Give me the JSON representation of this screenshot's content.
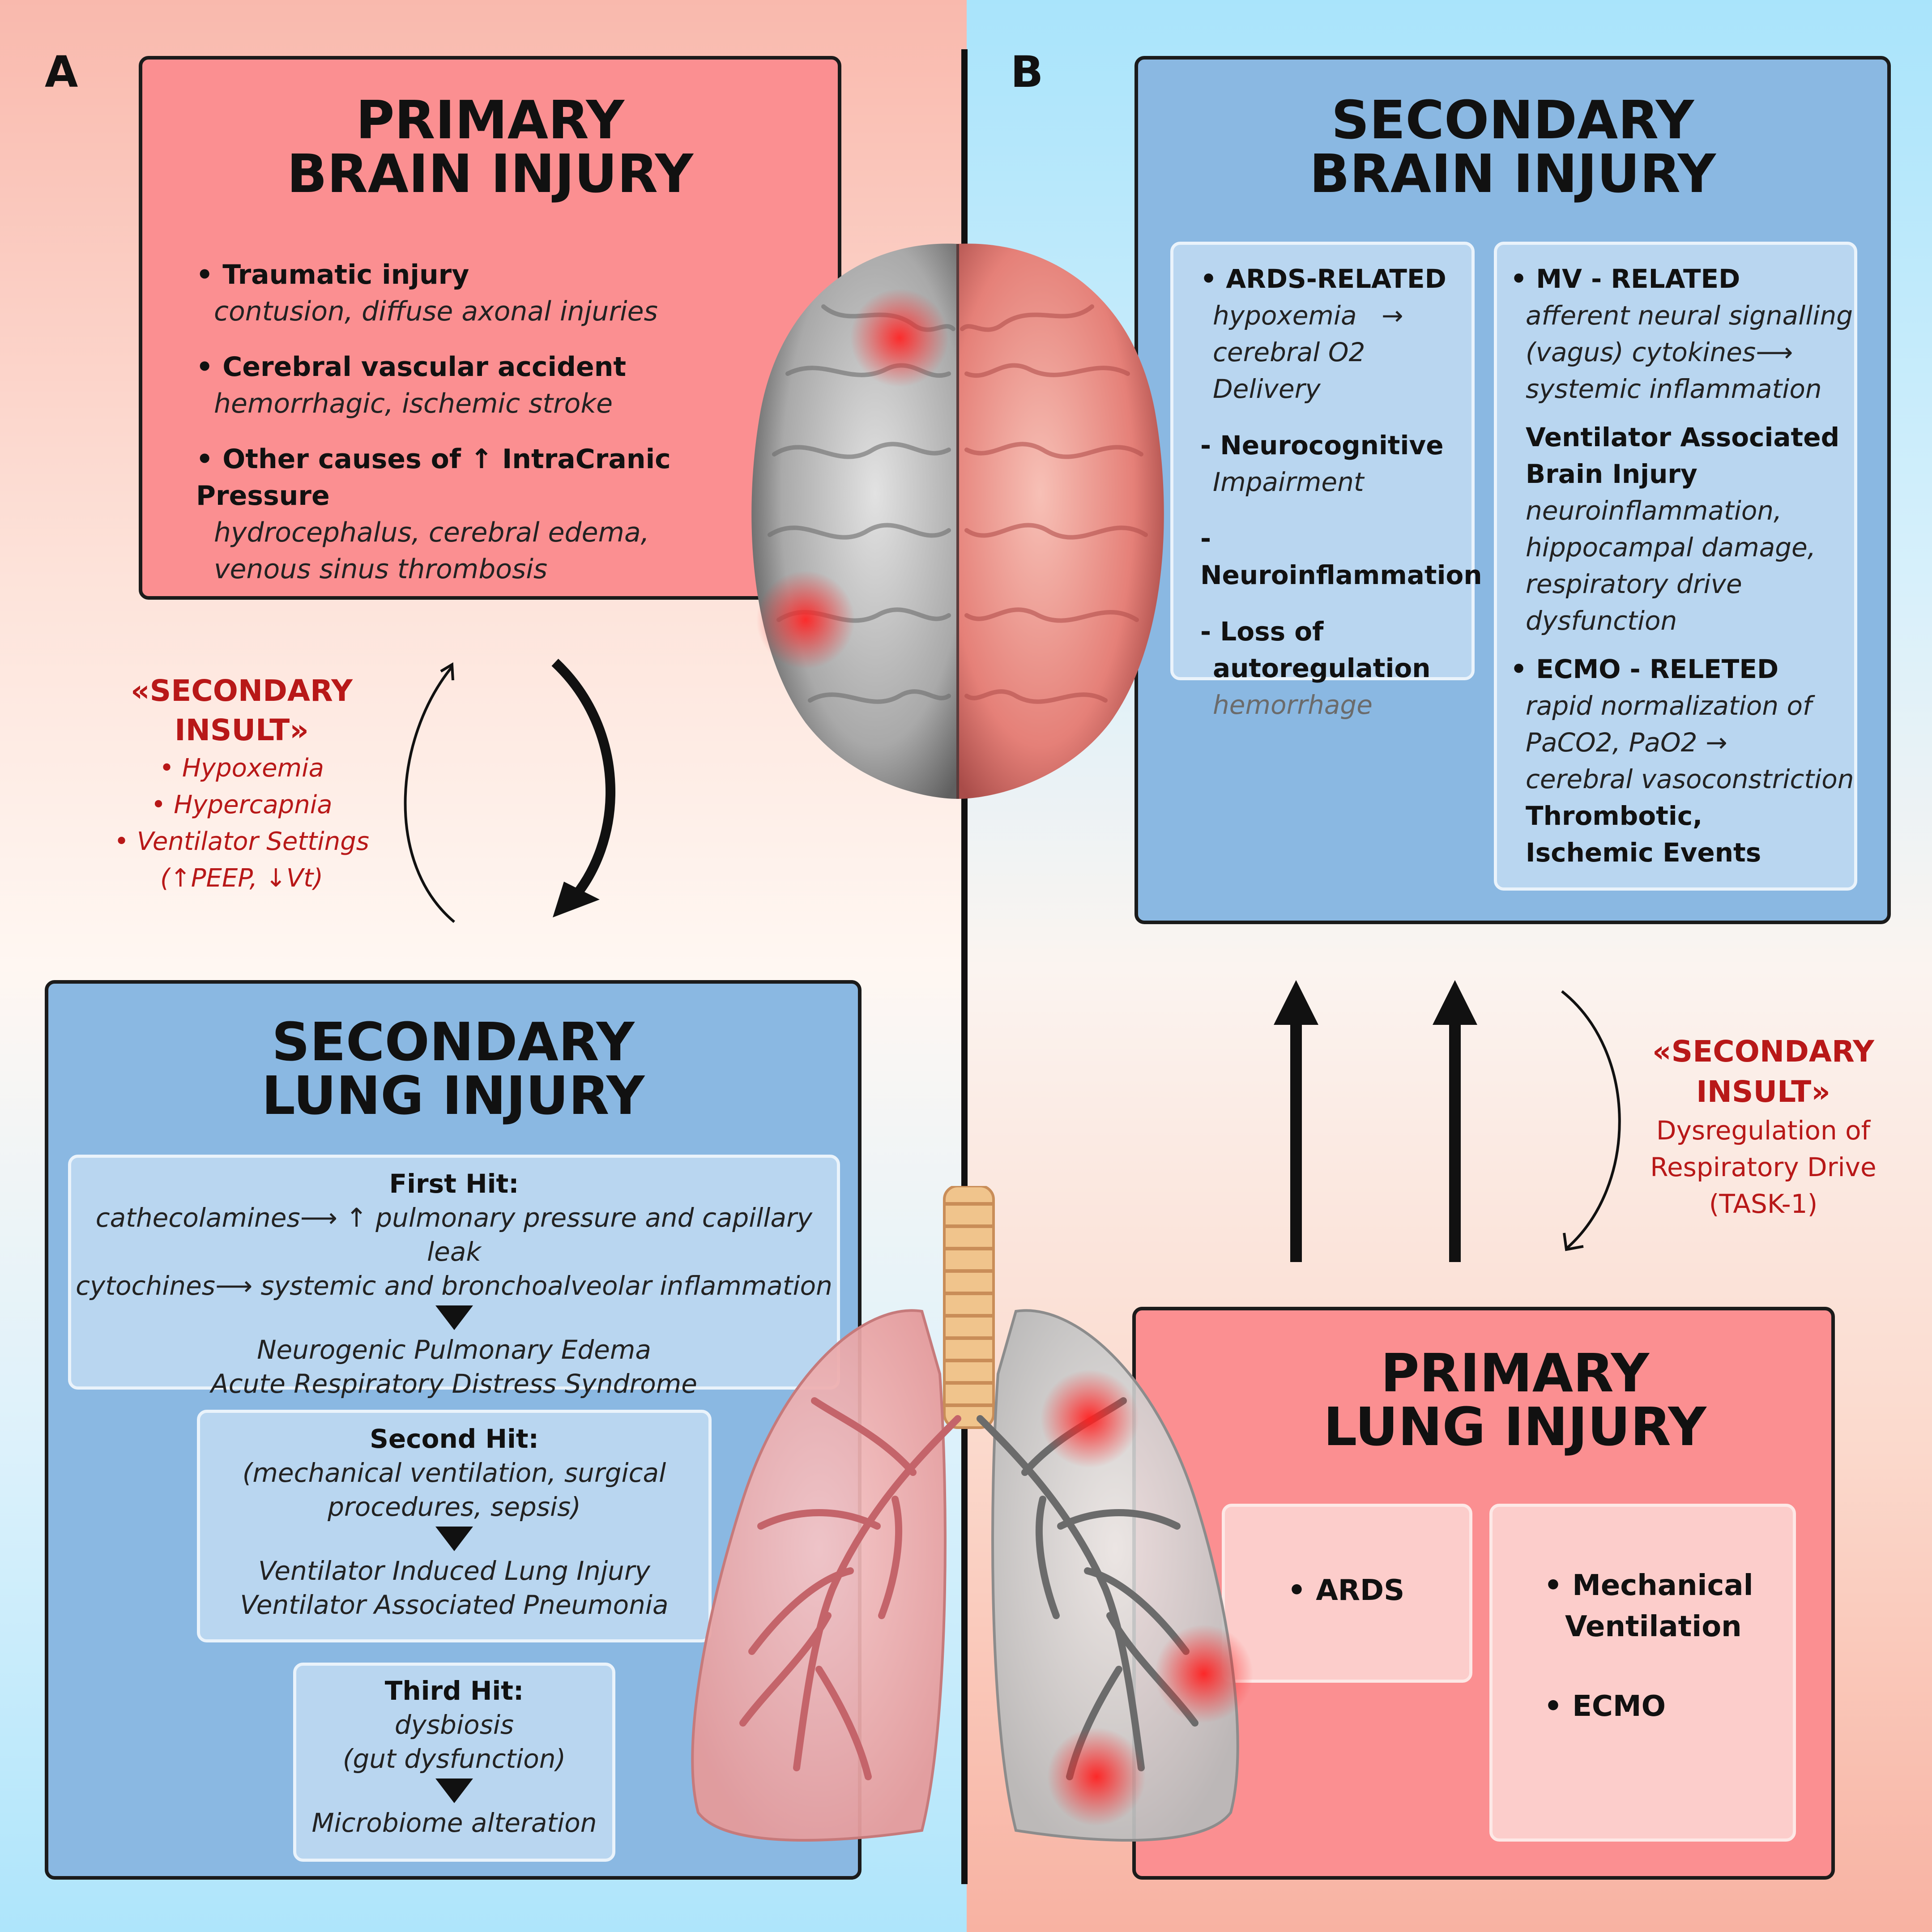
{
  "panel_a": {
    "letter": "A",
    "primary_brain": {
      "title_line1": "PRIMARY",
      "title_line2": "BRAIN INJURY",
      "items": [
        {
          "head": "Traumatic injury",
          "sub1": "contusion, diffuse axonal injuries",
          "sub2": ""
        },
        {
          "head": "Cerebral vascular accident",
          "sub1": "hemorrhagic, ischemic stroke",
          "sub2": ""
        },
        {
          "head": "Other causes of ↑ IntraCranic Pressure",
          "sub1": "hydrocephalus, cerebral edema,",
          "sub2": "venous sinus thrombosis"
        }
      ]
    },
    "insult": {
      "title_line1": "«SECONDARY",
      "title_line2": "INSULT»",
      "items": [
        "• Hypoxemia",
        "• Hypercapnia",
        "• Ventilator Settings",
        "(↑PEEP, ↓Vt)"
      ]
    },
    "secondary_lung": {
      "title_line1": "SECONDARY",
      "title_line2": "LUNG INJURY",
      "first_hit": {
        "head": "First Hit:",
        "line1": "cathecolamines⟶ ↑ pulmonary pressure and capillary leak",
        "line2": "cytochines⟶ systemic and bronchoalveolar inflammation",
        "result1": "Neurogenic Pulmonary Edema",
        "result2": "Acute Respiratory Distress Syndrome"
      },
      "second_hit": {
        "head": "Second Hit:",
        "line1": "(mechanical ventilation, surgical",
        "line2": "procedures, sepsis)",
        "result1": "Ventilator Induced Lung Injury",
        "result2": "Ventilator Associated Pneumonia"
      },
      "third_hit": {
        "head": "Third Hit:",
        "line1": "dysbiosis",
        "line2": "(gut dysfunction)",
        "result1": "Microbiome alteration"
      }
    }
  },
  "panel_b": {
    "letter": "B",
    "secondary_brain": {
      "title_line1": "SECONDARY",
      "title_line2": "BRAIN INJURY",
      "ards": {
        "head": "ARDS-RELATED",
        "l1": "hypoxemia",
        "l1_arrow": "→",
        "l2": "cerebral O2 Delivery",
        "neuro_head": "Neurocognitive",
        "neuro_sub": "Impairment",
        "inflam": "Neuroinflammation",
        "loss1": "Loss of",
        "loss2": "autoregulation",
        "loss_sub": "hemorrhage"
      },
      "mv": {
        "head": "MV - RELATED",
        "l1": "afferent neural signalling",
        "l2": "(vagus) cytokines⟶",
        "l3": "systemic inflammation",
        "vabi1": "Ventilator Associated",
        "vabi2": "Brain Injury",
        "v1": "neuroinflammation,",
        "v2": "hippocampal damage,",
        "v3": "respiratory drive dysfunction",
        "ecmo_head": "ECMO - RELETED",
        "e1": "rapid normalization of",
        "e2": "PaCO2, PaO2 →",
        "e3": "cerebral vasoconstriction",
        "t1": "Thrombotic,",
        "t2": "Ischemic Events"
      }
    },
    "insult": {
      "title_line1": "«SECONDARY",
      "title_line2": "INSULT»",
      "l1": "Dysregulation of",
      "l2": "Respiratory Drive",
      "l3": "(TASK-1)"
    },
    "primary_lung": {
      "title_line1": "PRIMARY",
      "title_line2": "LUNG INJURY",
      "left_item": "• ARDS",
      "right_item1_a": "• Mechanical",
      "right_item1_b": "Ventilation",
      "right_item2": "• ECMO"
    }
  },
  "colors": {
    "red_box": "#fb8f91",
    "blue_box": "#8ab8e2",
    "insult_red": "#b81818"
  }
}
